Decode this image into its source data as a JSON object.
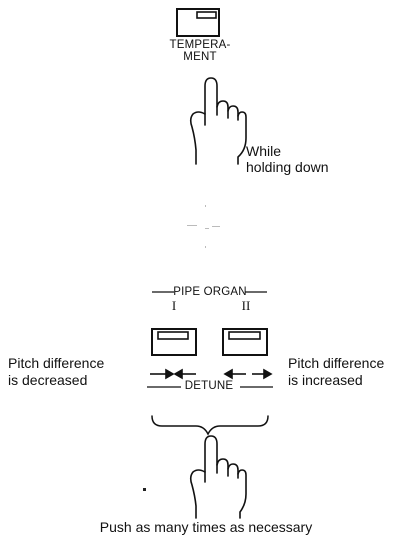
{
  "temperament": {
    "label_line1": "TEMPERA-",
    "label_line2": "MENT",
    "instruction_line1": "While",
    "instruction_line2": "holding down"
  },
  "pipe_organ": {
    "group_label": "PIPE ORGAN",
    "button_1_label": "I",
    "button_2_label": "II"
  },
  "detune": {
    "label": "DETUNE",
    "left_note_line1": "Pitch difference",
    "left_note_line2": "is decreased",
    "right_note_line1": "Pitch difference",
    "right_note_line2": "is increased"
  },
  "footer": {
    "instruction": "Push as many times as necessary"
  },
  "icons": {
    "pointing_hand": "pointing-hand-icon",
    "arrows_inward": "arrows-inward-icon",
    "arrows_outward": "arrows-outward-icon"
  }
}
